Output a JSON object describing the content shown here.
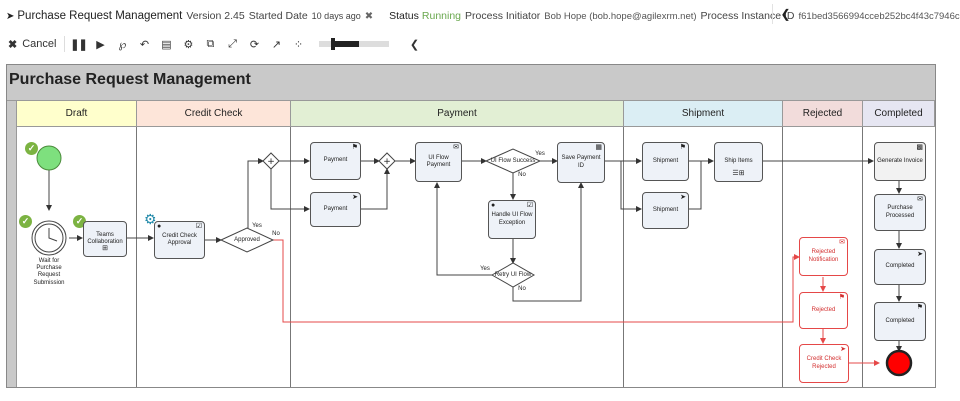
{
  "header": {
    "title": "Purchase Request Management",
    "version_label": "Version 2.45",
    "started_label": "Started Date",
    "started_value": "10 days ago",
    "status_label": "Status",
    "status_value": "Running",
    "initiator_label": "Process Initiator",
    "initiator_value": "Bob Hope (bob.hope@agilexrm.net)",
    "instance_label": "Process Instance ID",
    "instance_value": "f61bed3566994cceb252bc4f43c7946c"
  },
  "toolbar": {
    "cancel_label": "Cancel"
  },
  "diagram": {
    "title": "Purchase Request Management",
    "lanes": [
      {
        "name": "Draft",
        "color": "#ffffcc"
      },
      {
        "name": "Credit Check",
        "color": "#fde5d9"
      },
      {
        "name": "Payment",
        "color": "#e2efd4"
      },
      {
        "name": "Shipment",
        "color": "#dbeef4"
      },
      {
        "name": "Rejected",
        "color": "#f2dcdb"
      },
      {
        "name": "Completed",
        "color": "#e6e6f2"
      }
    ],
    "tasks": {
      "wait": "Wait for Purchase Request Submission",
      "teams": "Teams Collaboration",
      "credit": "Credit Check Approval",
      "approved": "Approved",
      "payment1": "Payment",
      "payment2": "Payment",
      "ui_flow": "UI Flow Payment",
      "ui_success": "UI Flow Success",
      "handle": "Handle UI Flow Exception",
      "retry": "Retry UI Flow",
      "save": "Save Payment ID",
      "shipment1": "Shipment",
      "shipment2": "Shipment",
      "ship_items": "Ship Items",
      "rej_notif": "Rejected Notification",
      "rejected": "Rejected",
      "cc_rejected": "Credit Check Rejected",
      "gen_invoice": "Generate Invoice",
      "purchase_processed": "Purchase Processed",
      "completed1": "Completed",
      "completed2": "Completed"
    },
    "labels": {
      "yes": "Yes",
      "no": "No"
    }
  }
}
